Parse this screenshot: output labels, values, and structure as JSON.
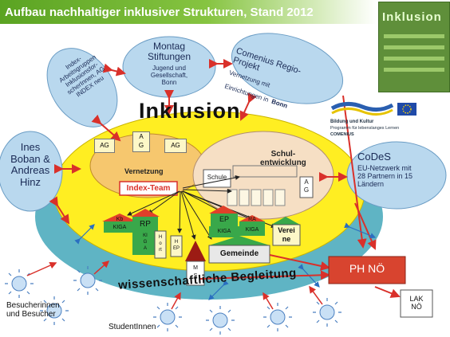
{
  "title": "Aufbau nachhaltiger inklusiver Strukturen, Stand 2012",
  "photo_text": "Inklusion",
  "center_label": "Inklusion",
  "bottom_label": "wissenschaftliche Begleitung",
  "bubbles": {
    "ines": "Ines\nBoban &\nAndreas\nHinz",
    "index_ag": "Index-\nArbeitsgruppen\nInklusionsfor-\nscherInnen, AG\nINDEX neu",
    "montag_title": "Montag\nStiftungen",
    "montag_sub": "Jugend und\nGesellschaft,\nBonn",
    "comenius_title": "Comenius Regio-\nProjekt",
    "comenius_sub": "Vernetzung mit\nEinrichtungen in",
    "comenius_bold": "Bonn",
    "codes_title": "CoDeS",
    "codes_sub": "EU-Netzwerk mit\n28 Partnern in 15\nLändern"
  },
  "eu_logo": {
    "line1": "Bildung und Kultur",
    "line2": "Programm für lebenslanges Lernen",
    "line3": "COMENIUS"
  },
  "inner": {
    "ag_left": "AG",
    "ag_mid": "A\nG",
    "ag_right": "AG",
    "vernetzung": "Vernetzung",
    "schul": "Schul-\nentwicklung",
    "schule": "Schule",
    "ag_schule": "A\nG",
    "index_team": "Index-Team",
    "kb": "Kb",
    "kiga1": "KIGA",
    "rp": "RP",
    "kiga_rp": "KI\nG\nA",
    "hort": "H\no\nrt",
    "hep": "H\nEP",
    "ms": "M\nS",
    "ep": "EP",
    "kiga2": "KIGA",
    "ra": "RA",
    "kiga3": "KIGA",
    "vereine": "Verei\nne",
    "gemeinde": "Gemeinde"
  },
  "ph_noe": "PH NÖ",
  "lak": "LAK\nNÖ",
  "besucher": "Besucherinnen\nund Besucher",
  "studenten": "StudentInnen",
  "colors": {
    "title_green": "#5aa322",
    "bubble_blue": "#b9d8ee",
    "outer_teal": "#5fb4c4",
    "core_yellow": "#ffee22",
    "vernetzung_orange": "#f6c76e",
    "house_green": "#39a84a",
    "house_red": "#e0402a",
    "arrow_red": "#d9302a",
    "ph_red": "#d8442f"
  }
}
